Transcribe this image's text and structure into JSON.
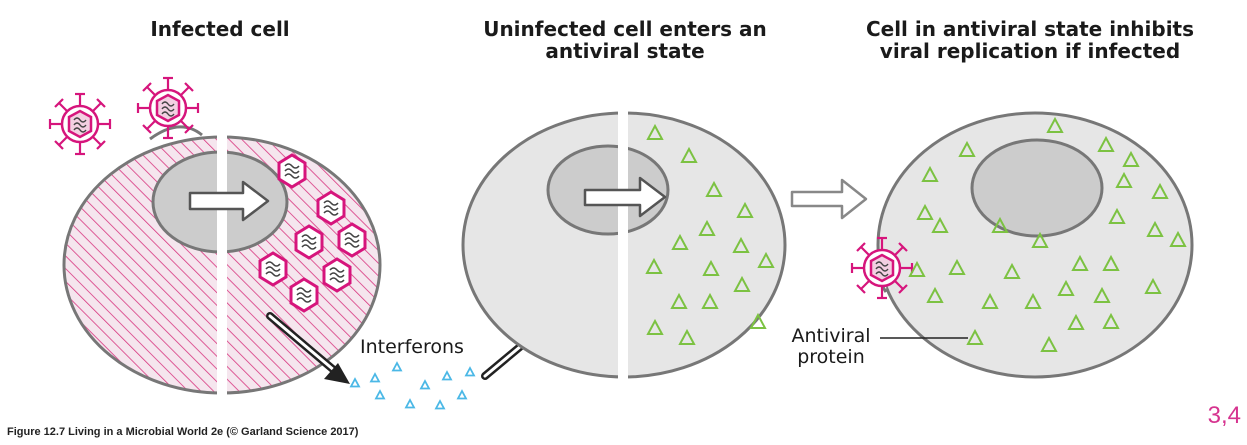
{
  "panels": {
    "panel1_title": "Infected cell",
    "panel2_title_line1": "Uninfected cell enters an",
    "panel2_title_line2": "antiviral state",
    "panel3_title_line1": "Cell in antiviral state inhibits",
    "panel3_title_line2": "viral replication if infected"
  },
  "labels": {
    "interferons": "Interferons",
    "antiviral_line1": "Antiviral",
    "antiviral_line2": "protein"
  },
  "caption": "Figure 12.7  Living in a Microbial World 2e (© Garland Science 2017)",
  "page_number": "3,4",
  "colors": {
    "virus_magenta": "#d6157c",
    "interferon_blue": "#4bb8e6",
    "antiviral_green": "#7cc242",
    "cell_fill": "#e6e6e6",
    "nucleus_fill": "#cccccc",
    "outline_gray": "#777777"
  }
}
